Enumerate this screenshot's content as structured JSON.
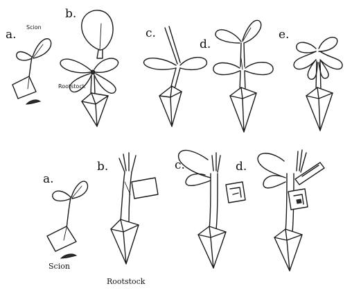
{
  "top_row": {
    "a": {
      "letter": "a.",
      "scion_label": "Scion"
    },
    "b": {
      "letter": "b.",
      "rootstock_label": "Rootstock"
    },
    "c": {
      "letter": "c."
    },
    "d": {
      "letter": "d."
    },
    "e": {
      "letter": "e."
    }
  },
  "bottom_row": {
    "a": {
      "letter": "a.",
      "scion_label": "Scion"
    },
    "b": {
      "letter": "b.",
      "rootstock_label": "Rootstock"
    },
    "c": {
      "letter": "c."
    },
    "d": {
      "letter": "d."
    }
  }
}
